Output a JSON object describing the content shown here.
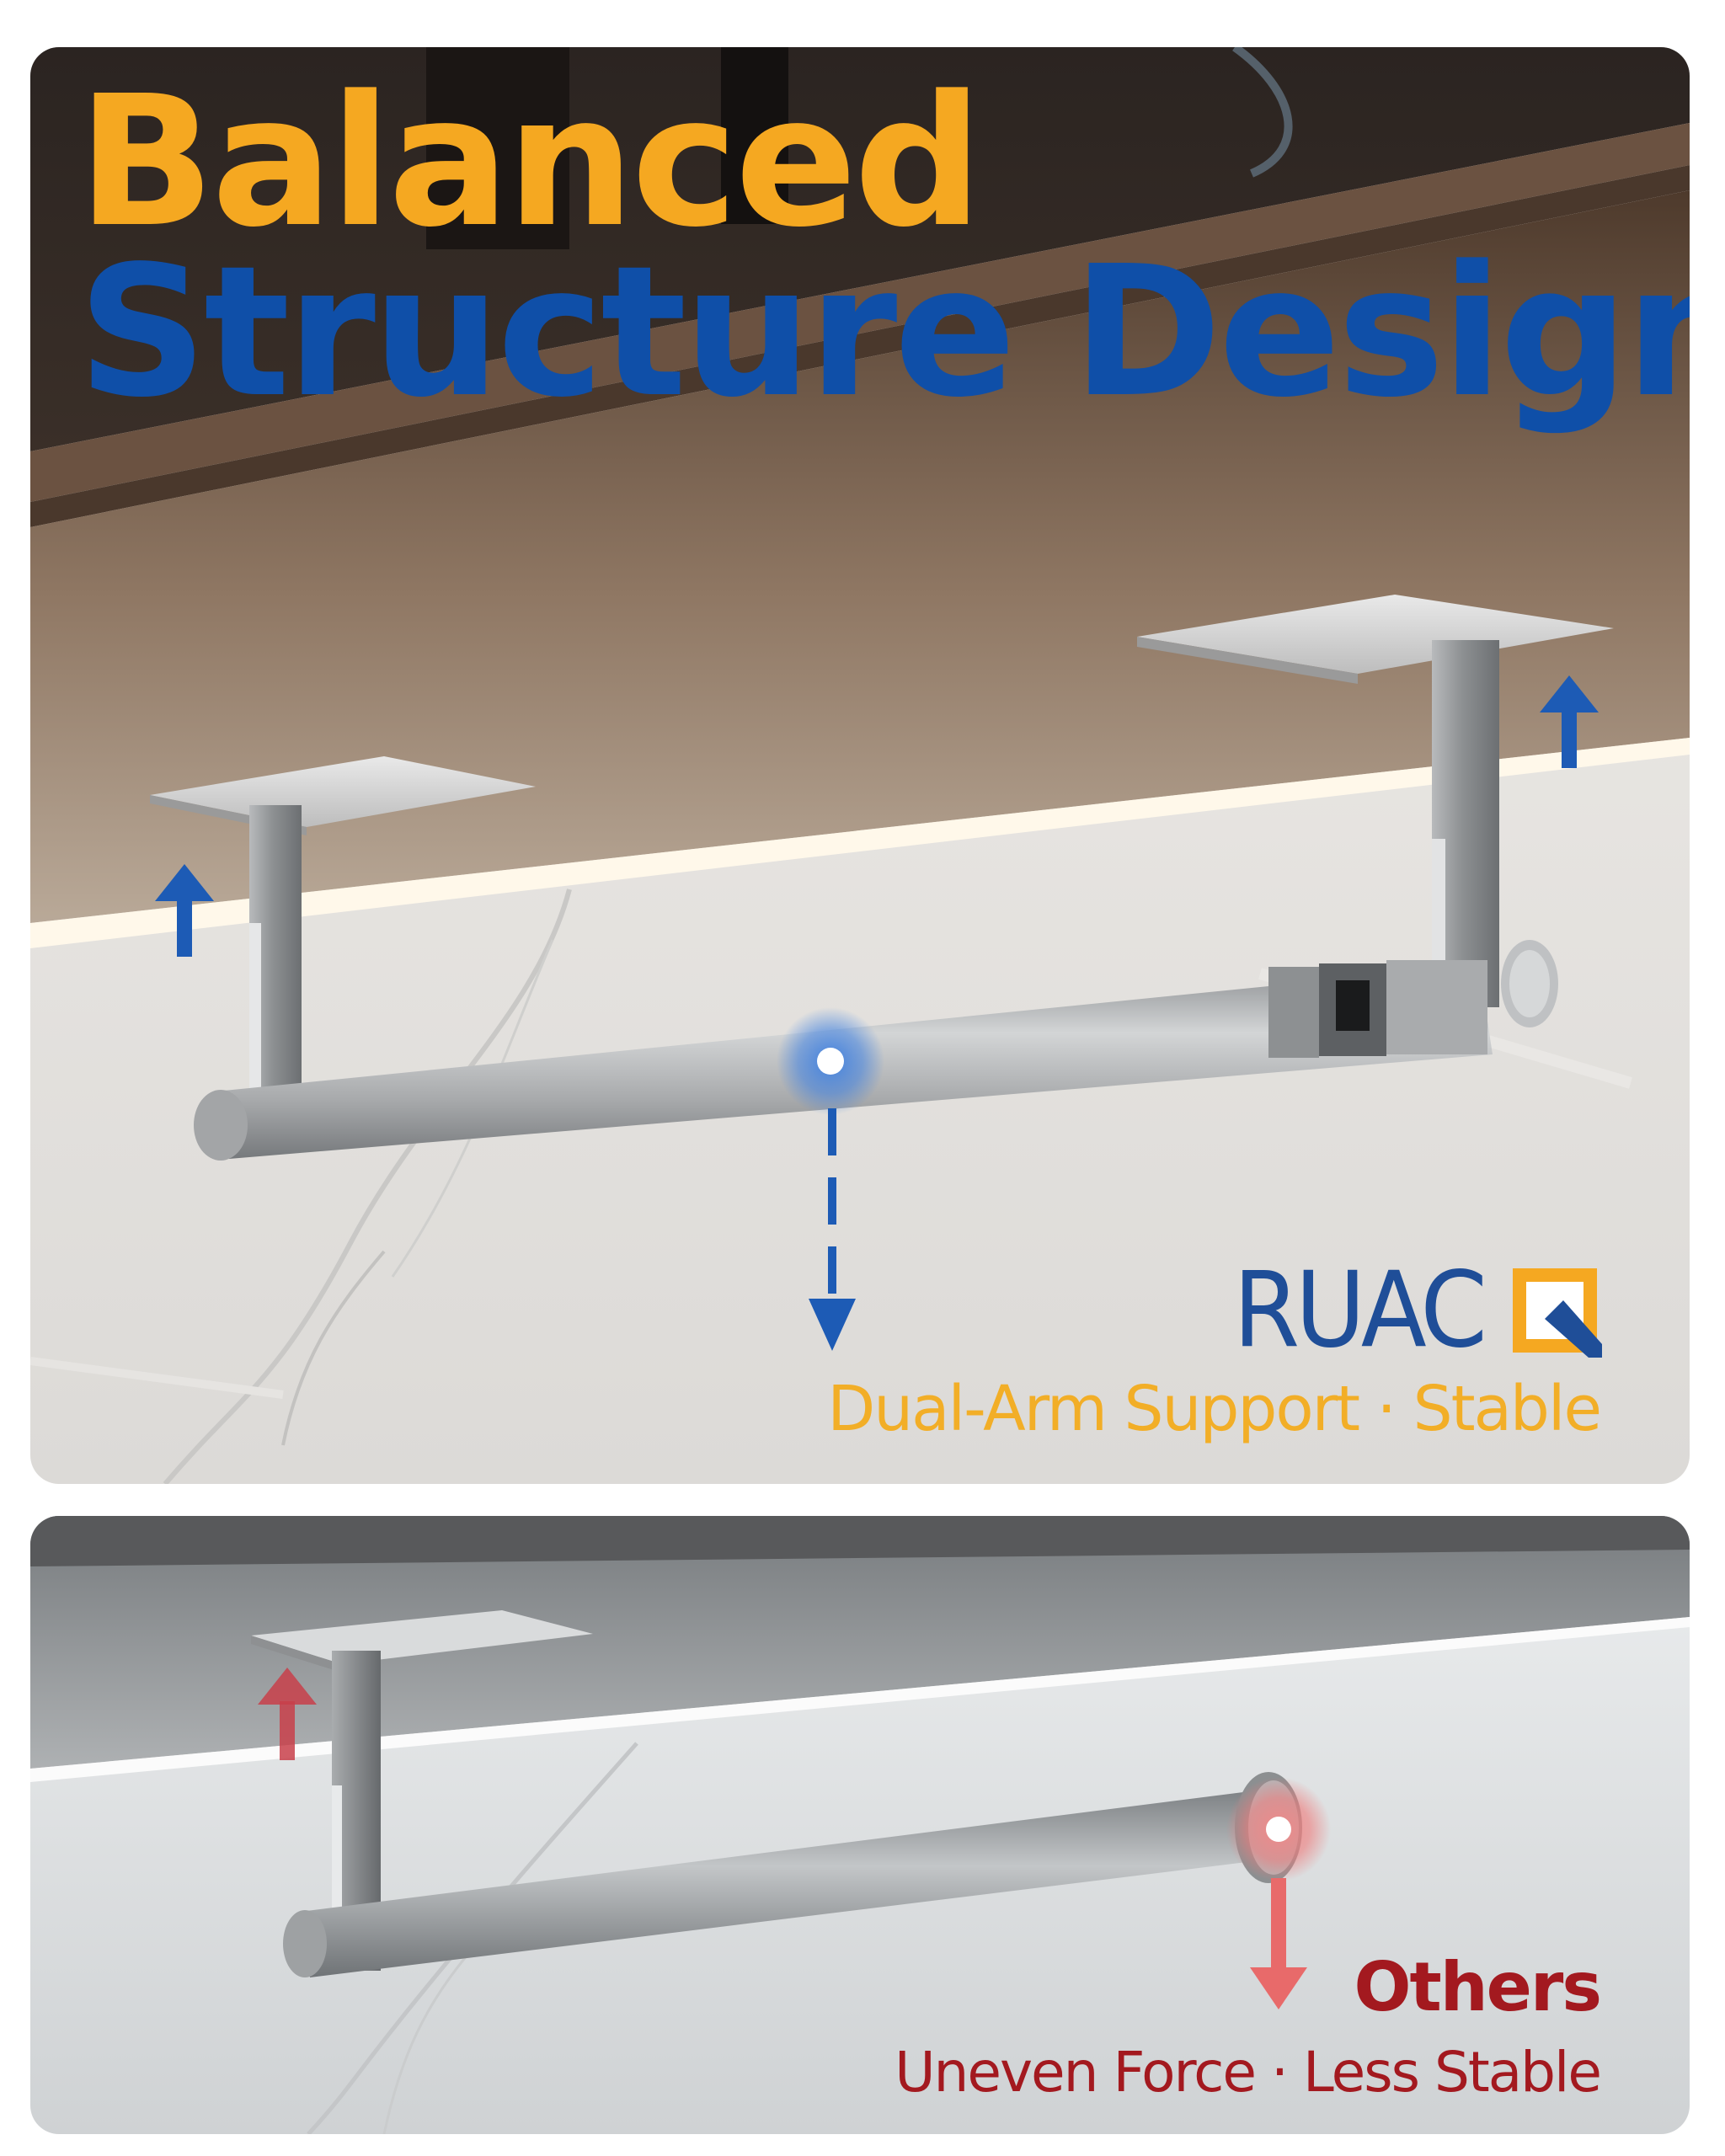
{
  "colors": {
    "headline_accent": "#F5A821",
    "headline_primary": "#0F4FA8",
    "caption_good": "#F2AE27",
    "caption_bad_title": "#A3191F",
    "caption_bad": "#A3191F",
    "brand_blue": "#1F4E98",
    "brand_orange": "#F5A821",
    "arrow_blue": "#1D5BB5",
    "arrow_red": "#E86A6A"
  },
  "headline": {
    "line1": "Balanced",
    "line2": "Structure Design"
  },
  "top_panel": {
    "brand_text": "RUAC",
    "brand_mark": "logo-q-mark",
    "caption": "Dual-Arm Support · Stable"
  },
  "bottom_panel": {
    "title": "Others",
    "caption": "Uneven Force · Less Stable"
  }
}
